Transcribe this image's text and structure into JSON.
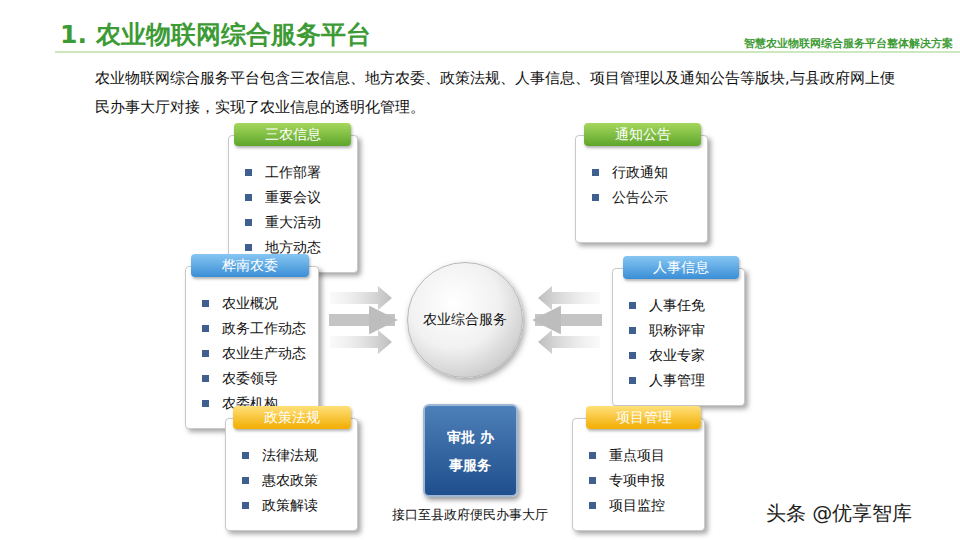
{
  "diagram": {
    "title": "1. 农业物联网综合服务平台",
    "nodes": [
      {
        "text": [
          "三农信息",
          "工作部署",
          "重要会议",
          "重大活动",
          "地方动态"
        ]
      },
      {
        "text": [
          "通知公告",
          "行政通知",
          "公告公示"
        ]
      },
      {
        "text": [
          "桦南农委",
          "农业概况",
          "政务工作动态",
          "农业生产动态",
          "农委领导",
          "农委机构"
        ]
      },
      {
        "text": [
          "农业综合服务"
        ]
      },
      {
        "text": [
          "人事信息",
          "人事任免",
          "职称评审",
          "农业专家",
          "人事管理"
        ]
      },
      {
        "text": [
          "政策法规",
          "法律法规",
          "惠农政策",
          "政策解读"
        ]
      },
      {
        "text": [
          "审批 办事服务"
        ]
      },
      {
        "text": [
          "项目管理",
          "重点项目",
          "专项申报",
          "项目监控"
        ]
      }
    ],
    "edges": [
      {
        "from": 2,
        "to": 3,
        "arrow": "to"
      },
      {
        "from": 4,
        "to": 3,
        "arrow": "to"
      }
    ],
    "labels": [
      "智慧农业物联网综合服务平台整体解决方案",
      "农业物联网综合服务平台包含三农信息、地方农委、政策法规、人事信息、项目管理以及通知公告等版块,与县政府网上便民办事大厅对接，实现了农业信息的透明化管理。",
      "接口至县政府便民办事大厅",
      "头条 @优享智库"
    ]
  }
}
